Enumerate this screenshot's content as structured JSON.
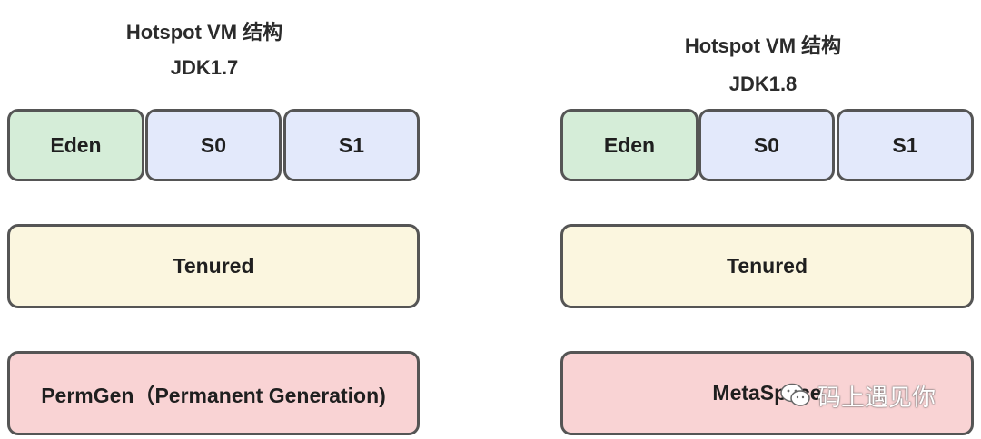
{
  "left": {
    "title": "Hotspot VM 结构",
    "version": "JDK1.7",
    "young": [
      "Eden",
      "S0",
      "S1"
    ],
    "old": "Tenured",
    "perm": "PermGen（Permanent Generation)"
  },
  "right": {
    "title": "Hotspot VM 结构",
    "version": "JDK1.8",
    "young": [
      "Eden",
      "S0",
      "S1"
    ],
    "old": "Tenured",
    "perm": "MetaSpace"
  },
  "watermark": {
    "text": "码上遇见你",
    "icon": "wechat-icon"
  },
  "colors": {
    "eden": "#d5edd8",
    "survivor": "#e3e9fb",
    "tenured": "#fbf6df",
    "perm": "#f9d3d4",
    "border": "#555555"
  }
}
